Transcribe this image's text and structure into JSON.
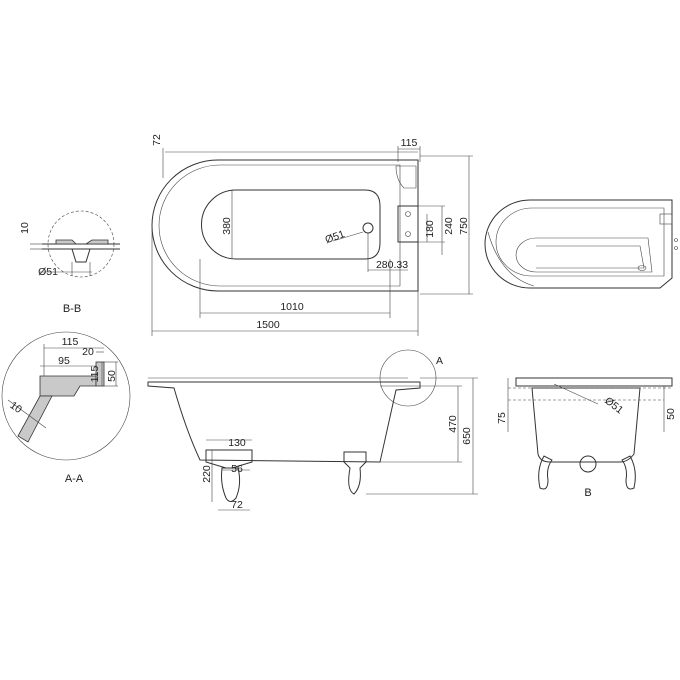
{
  "plan_view": {
    "dim_flange": "72",
    "dim_tap_ledge": "115",
    "dim_outer_width": "750",
    "dim_tap_spacing": "240",
    "dim_tap_offset": "180",
    "dim_inner_width": "380",
    "dim_waste": "Ø51",
    "dim_waste_offset": "280.33",
    "dim_inner_length": "1010",
    "dim_overall_length": "1500"
  },
  "section_bb": {
    "dim_thickness": "10",
    "dim_waste": "Ø51",
    "label": "B-B"
  },
  "section_aa": {
    "label": "A-A",
    "dim_ledge": "115",
    "dim_inner": "95",
    "dim_lip": "20",
    "dim_height_a": "115",
    "dim_height_b": "50",
    "dim_wall": "10"
  },
  "side_elevation": {
    "detail_marker": "A",
    "dim_foot_width": "130",
    "dim_foot_neck": "56",
    "dim_foot_base": "72",
    "dim_foot_height": "220",
    "dim_inner_height": "470",
    "dim_overall_height": "650"
  },
  "end_elevation": {
    "dim_rim": "75",
    "dim_waste": "Ø51",
    "dim_overflow": "50",
    "label": "B"
  }
}
